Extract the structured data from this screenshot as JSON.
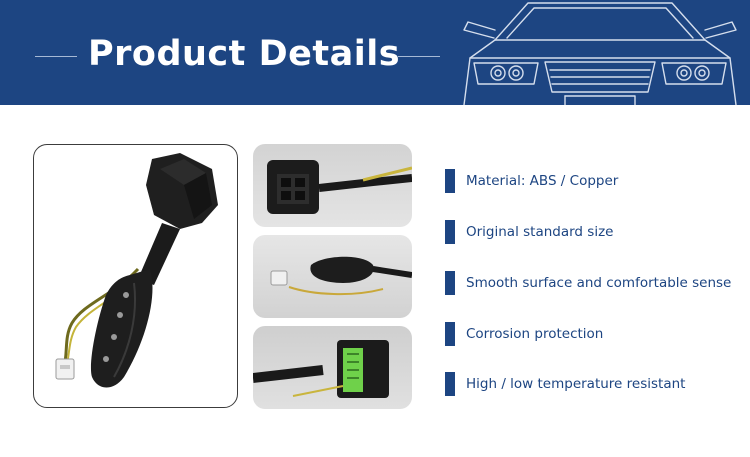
{
  "header": {
    "title": "Product Details",
    "background": "#1d4582"
  },
  "features": [
    {
      "label": "Material: ABS / Copper"
    },
    {
      "label": "Original standard size"
    },
    {
      "label": "Smooth surface and comfortable sense"
    },
    {
      "label": "Corrosion protection"
    },
    {
      "label": "High / low temperature resistant"
    }
  ],
  "colors": {
    "brand_blue": "#1d4582",
    "accent_white": "#ffffff",
    "product_black": "#1a1a1a"
  }
}
